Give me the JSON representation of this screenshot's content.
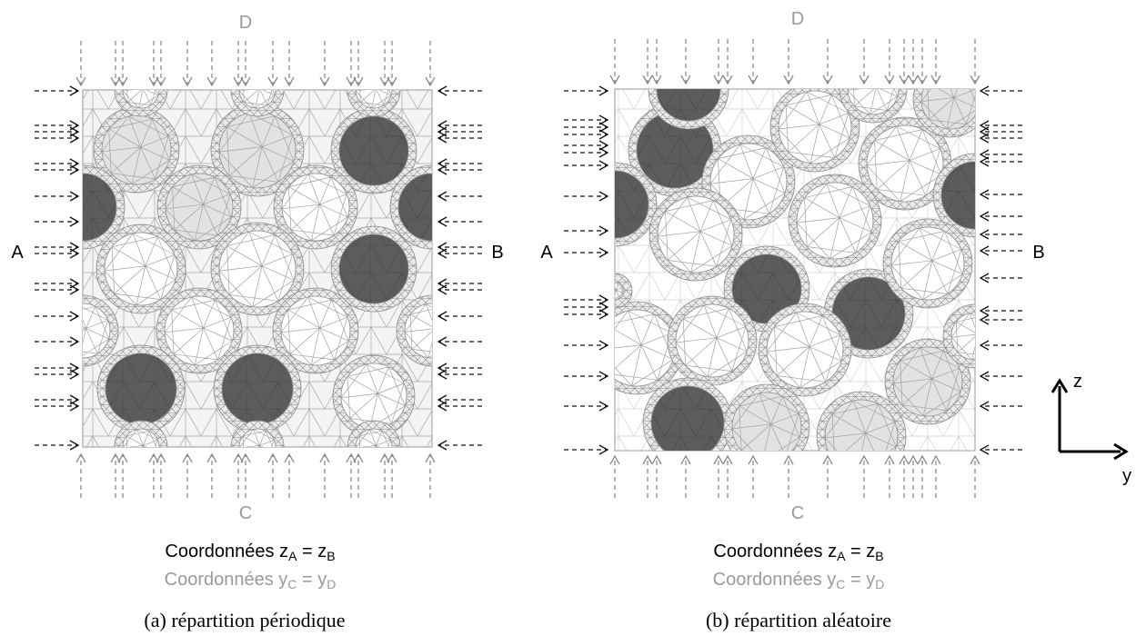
{
  "panels": [
    {
      "id": "periodic",
      "labels": {
        "A": "A",
        "B": "B",
        "C": "C",
        "D": "D"
      },
      "coord_line1": {
        "prefix": "Coordonnées z",
        "sub1": "A",
        "mid": " = z",
        "sub2": "B"
      },
      "coord_line2": {
        "prefix": "Coordonnées y",
        "sub1": "C",
        "mid": " = y",
        "sub2": "D"
      },
      "caption": "(a) répartition périodique"
    },
    {
      "id": "random",
      "labels": {
        "A": "A",
        "B": "B",
        "C": "C",
        "D": "D"
      },
      "coord_line1": {
        "prefix": "Coordonnées z",
        "sub1": "A",
        "mid": " = z",
        "sub2": "B"
      },
      "coord_line2": {
        "prefix": "Coordonnées y",
        "sub1": "C",
        "mid": " = y",
        "sub2": "D"
      },
      "caption": "(b) répartition aléatoire"
    }
  ],
  "axes": {
    "z": "z",
    "y": "y"
  },
  "colors": {
    "dark_particle": "#5c5c5c",
    "light_particle": "#e0e0e0",
    "mesh": "#8a8a8a",
    "arrow": "#777777",
    "gray_text": "#9a9a9a"
  }
}
